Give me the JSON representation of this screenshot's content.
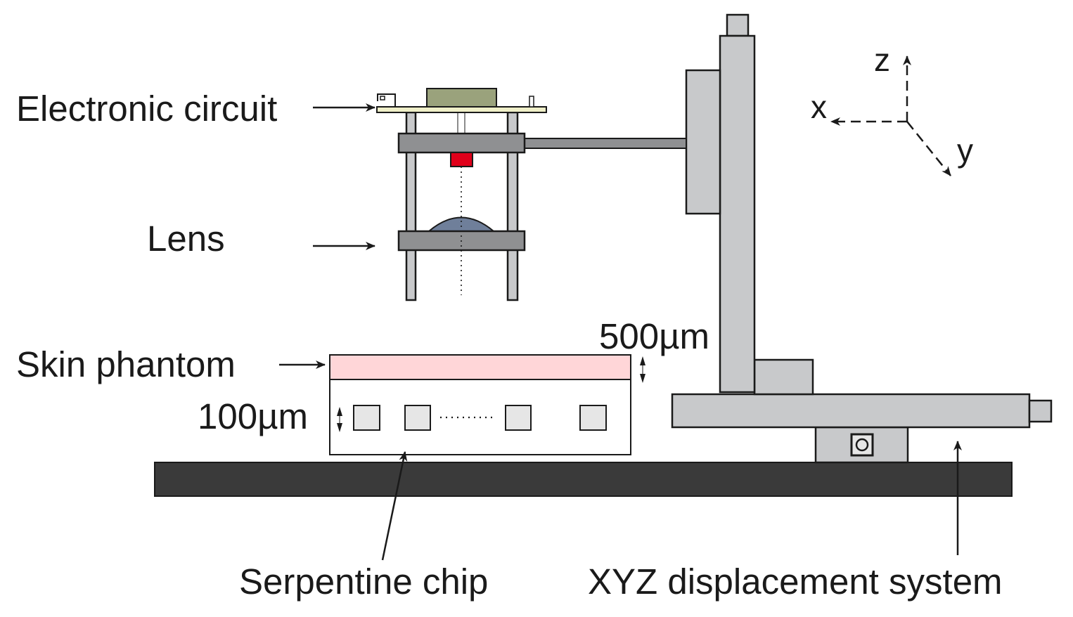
{
  "labels": {
    "electronic_circuit": "Electronic circuit",
    "lens": "Lens",
    "skin_phantom": "Skin phantom",
    "phantom_thickness": "500µm",
    "channel_depth": "100µm",
    "serpentine_chip": "Serpentine chip",
    "xyz_system": "XYZ displacement system"
  },
  "axes": {
    "x": "x",
    "y": "y",
    "z": "z"
  },
  "colors": {
    "outline": "#1a1a1a",
    "frame_gray": "#c8c9cb",
    "plate_gray": "#8f9092",
    "base_dark": "#3a3a3a",
    "circuit_green": "#9aa27c",
    "sensor_red": "#e0001a",
    "lens_blue": "#6f7f9a",
    "phantom_pink": "#ffd6d8",
    "chip_well": "#e6e6e6"
  }
}
